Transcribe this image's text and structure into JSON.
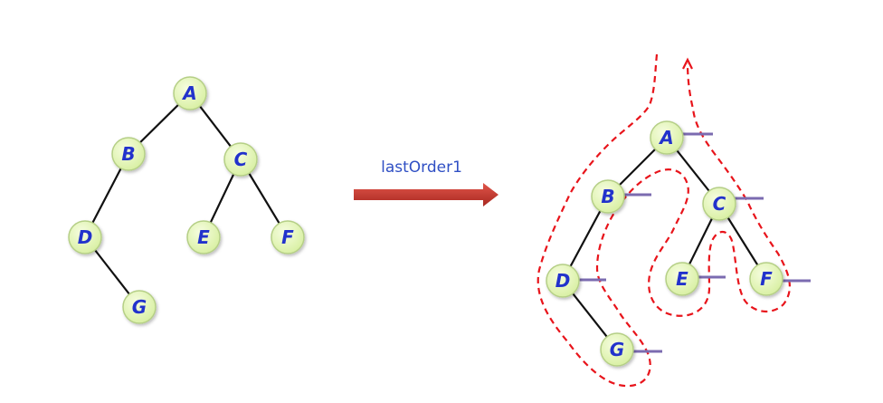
{
  "arrow_label": "lastOrder1",
  "left_tree": {
    "nodes": [
      "A",
      "B",
      "C",
      "D",
      "E",
      "F",
      "G"
    ]
  },
  "right_tree": {
    "nodes": [
      "A",
      "B",
      "C",
      "D",
      "E",
      "F",
      "G"
    ]
  },
  "colors": {
    "node_fill": "#e6f5b8",
    "node_border": "#b5cf86",
    "label": "#2233cc",
    "edge": "#111111",
    "arrow": "#c0392b",
    "traversal_path": "#e8141b",
    "visit_mark": "#7b6bb0"
  }
}
